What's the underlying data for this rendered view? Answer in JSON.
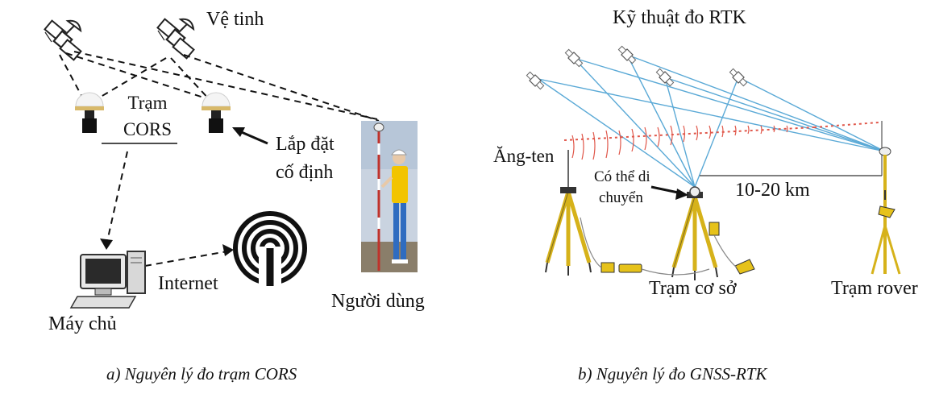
{
  "panel_a": {
    "satellite_label": "Vệ tinh",
    "cors_label_line1": "Trạm",
    "cors_label_line2": "CORS",
    "fixed_label_line1": "Lắp đặt",
    "fixed_label_line2": "cố định",
    "server_label": "Máy chủ",
    "internet_label": "Internet",
    "user_label": "Người dùng",
    "caption": "a) Nguyên lý đo trạm CORS"
  },
  "panel_b": {
    "title": "Kỹ thuật đo RTK",
    "antenna_label": "Ăng-ten",
    "movable_label_line1": "Có thể di",
    "movable_label_line2": "chuyển",
    "distance_label": "10-20 km",
    "base_station_label": "Trạm cơ sở",
    "rover_label": "Trạm rover",
    "caption": "b) Nguyên lý đo GNSS-RTK"
  },
  "colors": {
    "ray_blue": "#5aa9d6",
    "signal_red": "#e0574a",
    "tripod_yellow": "#e6c21a",
    "vest_yellow": "#f2c400",
    "photo_bg": "#c9d3e0"
  }
}
